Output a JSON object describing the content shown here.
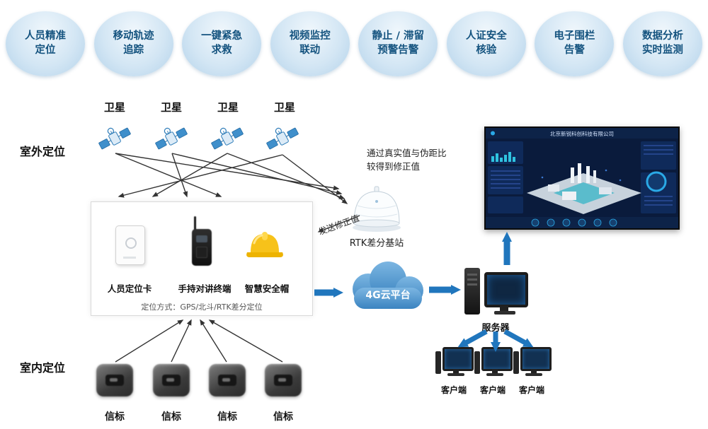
{
  "badges": [
    "人员精准\n定位",
    "移动轨迹\n追踪",
    "一键紧急\n求救",
    "视频监控\n联动",
    "静止 / 滞留\n预警告警",
    "人证安全\n核验",
    "电子围栏\n告警",
    "数据分析\n实时监测"
  ],
  "sections": {
    "outdoor": "室外定位",
    "indoor": "室内定位"
  },
  "satellites": [
    "卫星",
    "卫星",
    "卫星",
    "卫星"
  ],
  "rtk": {
    "note": "通过真实值与伪距比\n较得到修正值",
    "send_label": "发送修正值",
    "station_label": "RTK差分基站"
  },
  "device_box": {
    "devices": [
      "人员定位卡",
      "手持对讲终端",
      "智慧安全帽"
    ],
    "mode": "定位方式：GPS/北斗/RTK差分定位"
  },
  "cloud_label": "4G云平台",
  "server_label": "服务器",
  "clients": [
    "客户端",
    "客户端",
    "客户端"
  ],
  "beacons": [
    "信标",
    "信标",
    "信标",
    "信标"
  ],
  "dashboard_title": "北京新锐科创科技有限公司",
  "colors": {
    "accent": "#2076bd",
    "badge_text": "#14537f",
    "cloud": "#4a90c9"
  }
}
